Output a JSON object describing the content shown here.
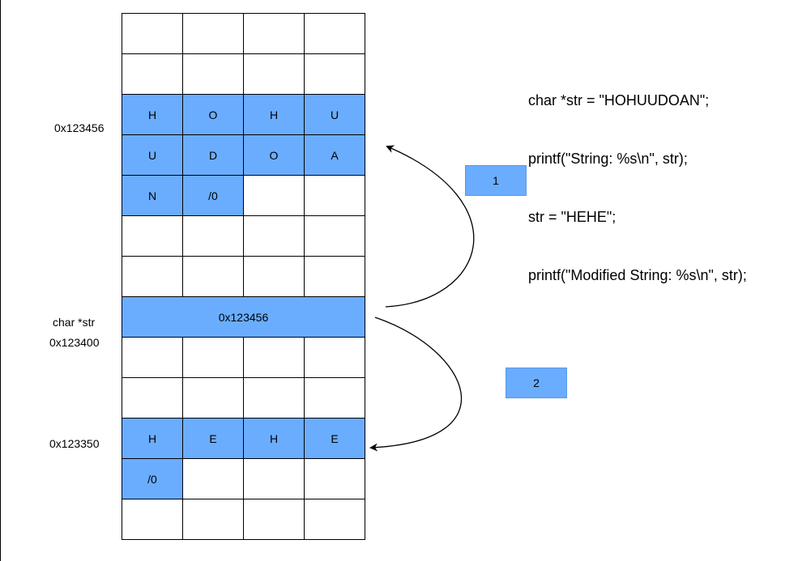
{
  "memory": {
    "rows": [
      {
        "cells": [
          "",
          "",
          "",
          ""
        ],
        "highlight": [
          false,
          false,
          false,
          false
        ]
      },
      {
        "cells": [
          "",
          "",
          "",
          ""
        ],
        "highlight": [
          false,
          false,
          false,
          false
        ]
      },
      {
        "cells": [
          "H",
          "O",
          "H",
          "U"
        ],
        "highlight": [
          true,
          true,
          true,
          true
        ]
      },
      {
        "cells": [
          "U",
          "D",
          "O",
          "A"
        ],
        "highlight": [
          true,
          true,
          true,
          true
        ]
      },
      {
        "cells": [
          "N",
          "/0",
          "",
          ""
        ],
        "highlight": [
          true,
          true,
          false,
          false
        ]
      },
      {
        "cells": [
          "",
          "",
          "",
          ""
        ],
        "highlight": [
          false,
          false,
          false,
          false
        ]
      },
      {
        "cells": [
          "",
          "",
          "",
          ""
        ],
        "highlight": [
          false,
          false,
          false,
          false
        ]
      },
      {
        "merged": true,
        "value": "0x123456",
        "highlight": true
      },
      {
        "cells": [
          "",
          "",
          "",
          ""
        ],
        "highlight": [
          false,
          false,
          false,
          false
        ]
      },
      {
        "cells": [
          "",
          "",
          "",
          ""
        ],
        "highlight": [
          false,
          false,
          false,
          false
        ]
      },
      {
        "cells": [
          "H",
          "E",
          "H",
          "E"
        ],
        "highlight": [
          true,
          true,
          true,
          true
        ]
      },
      {
        "cells": [
          "/0",
          "",
          "",
          ""
        ],
        "highlight": [
          true,
          false,
          false,
          false
        ]
      },
      {
        "cells": [
          "",
          "",
          "",
          ""
        ],
        "highlight": [
          false,
          false,
          false,
          false
        ]
      }
    ]
  },
  "labels": {
    "addr_hohuudoan": "0x123456",
    "pointer_name": "char *str",
    "addr_pointer": "0x123400",
    "addr_hehe": "0x123350"
  },
  "code": {
    "lines": [
      "char *str = \"HOHUUDOAN\";",
      "printf(\"String: %s\\n\", str);",
      "str = \"HEHE\";",
      "printf(\"Modified String: %s\\n\", str);"
    ]
  },
  "steps": {
    "step1": "1",
    "step2": "2"
  },
  "colors": {
    "highlight": "#6aadff",
    "cell_background": "#ffffff",
    "border": "#000000"
  }
}
